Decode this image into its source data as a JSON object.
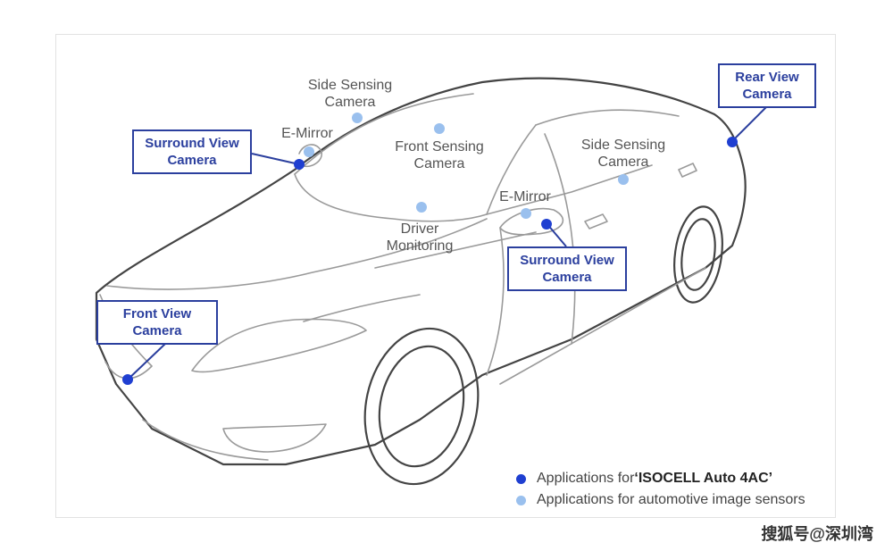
{
  "colors": {
    "primary_marker": "#1f3fd1",
    "secondary_marker": "#9ac0ee",
    "box_border": "#2b3f9e"
  },
  "labels": {
    "side_sensing_left": [
      "Side Sensing",
      "Camera"
    ],
    "e_mirror_left": "E-Mirror",
    "front_sensing": [
      "Front Sensing",
      "Camera"
    ],
    "side_sensing_right": [
      "Side Sensing",
      "Camera"
    ],
    "e_mirror_right": "E-Mirror",
    "driver_monitoring": [
      "Driver",
      "Monitoring"
    ]
  },
  "boxes": {
    "rear_view": [
      "Rear View",
      "Camera"
    ],
    "surround_view_left": [
      "Surround View",
      "Camera"
    ],
    "surround_view_right": [
      "Surround View",
      "Camera"
    ],
    "front_view": [
      "Front View",
      "Camera"
    ]
  },
  "legend": {
    "primary_prefix": "Applications for ",
    "primary_product": "‘ISOCELL Auto 4AC’",
    "secondary": "Applications for automotive image sensors"
  },
  "watermark": "搜狐号@深圳湾"
}
